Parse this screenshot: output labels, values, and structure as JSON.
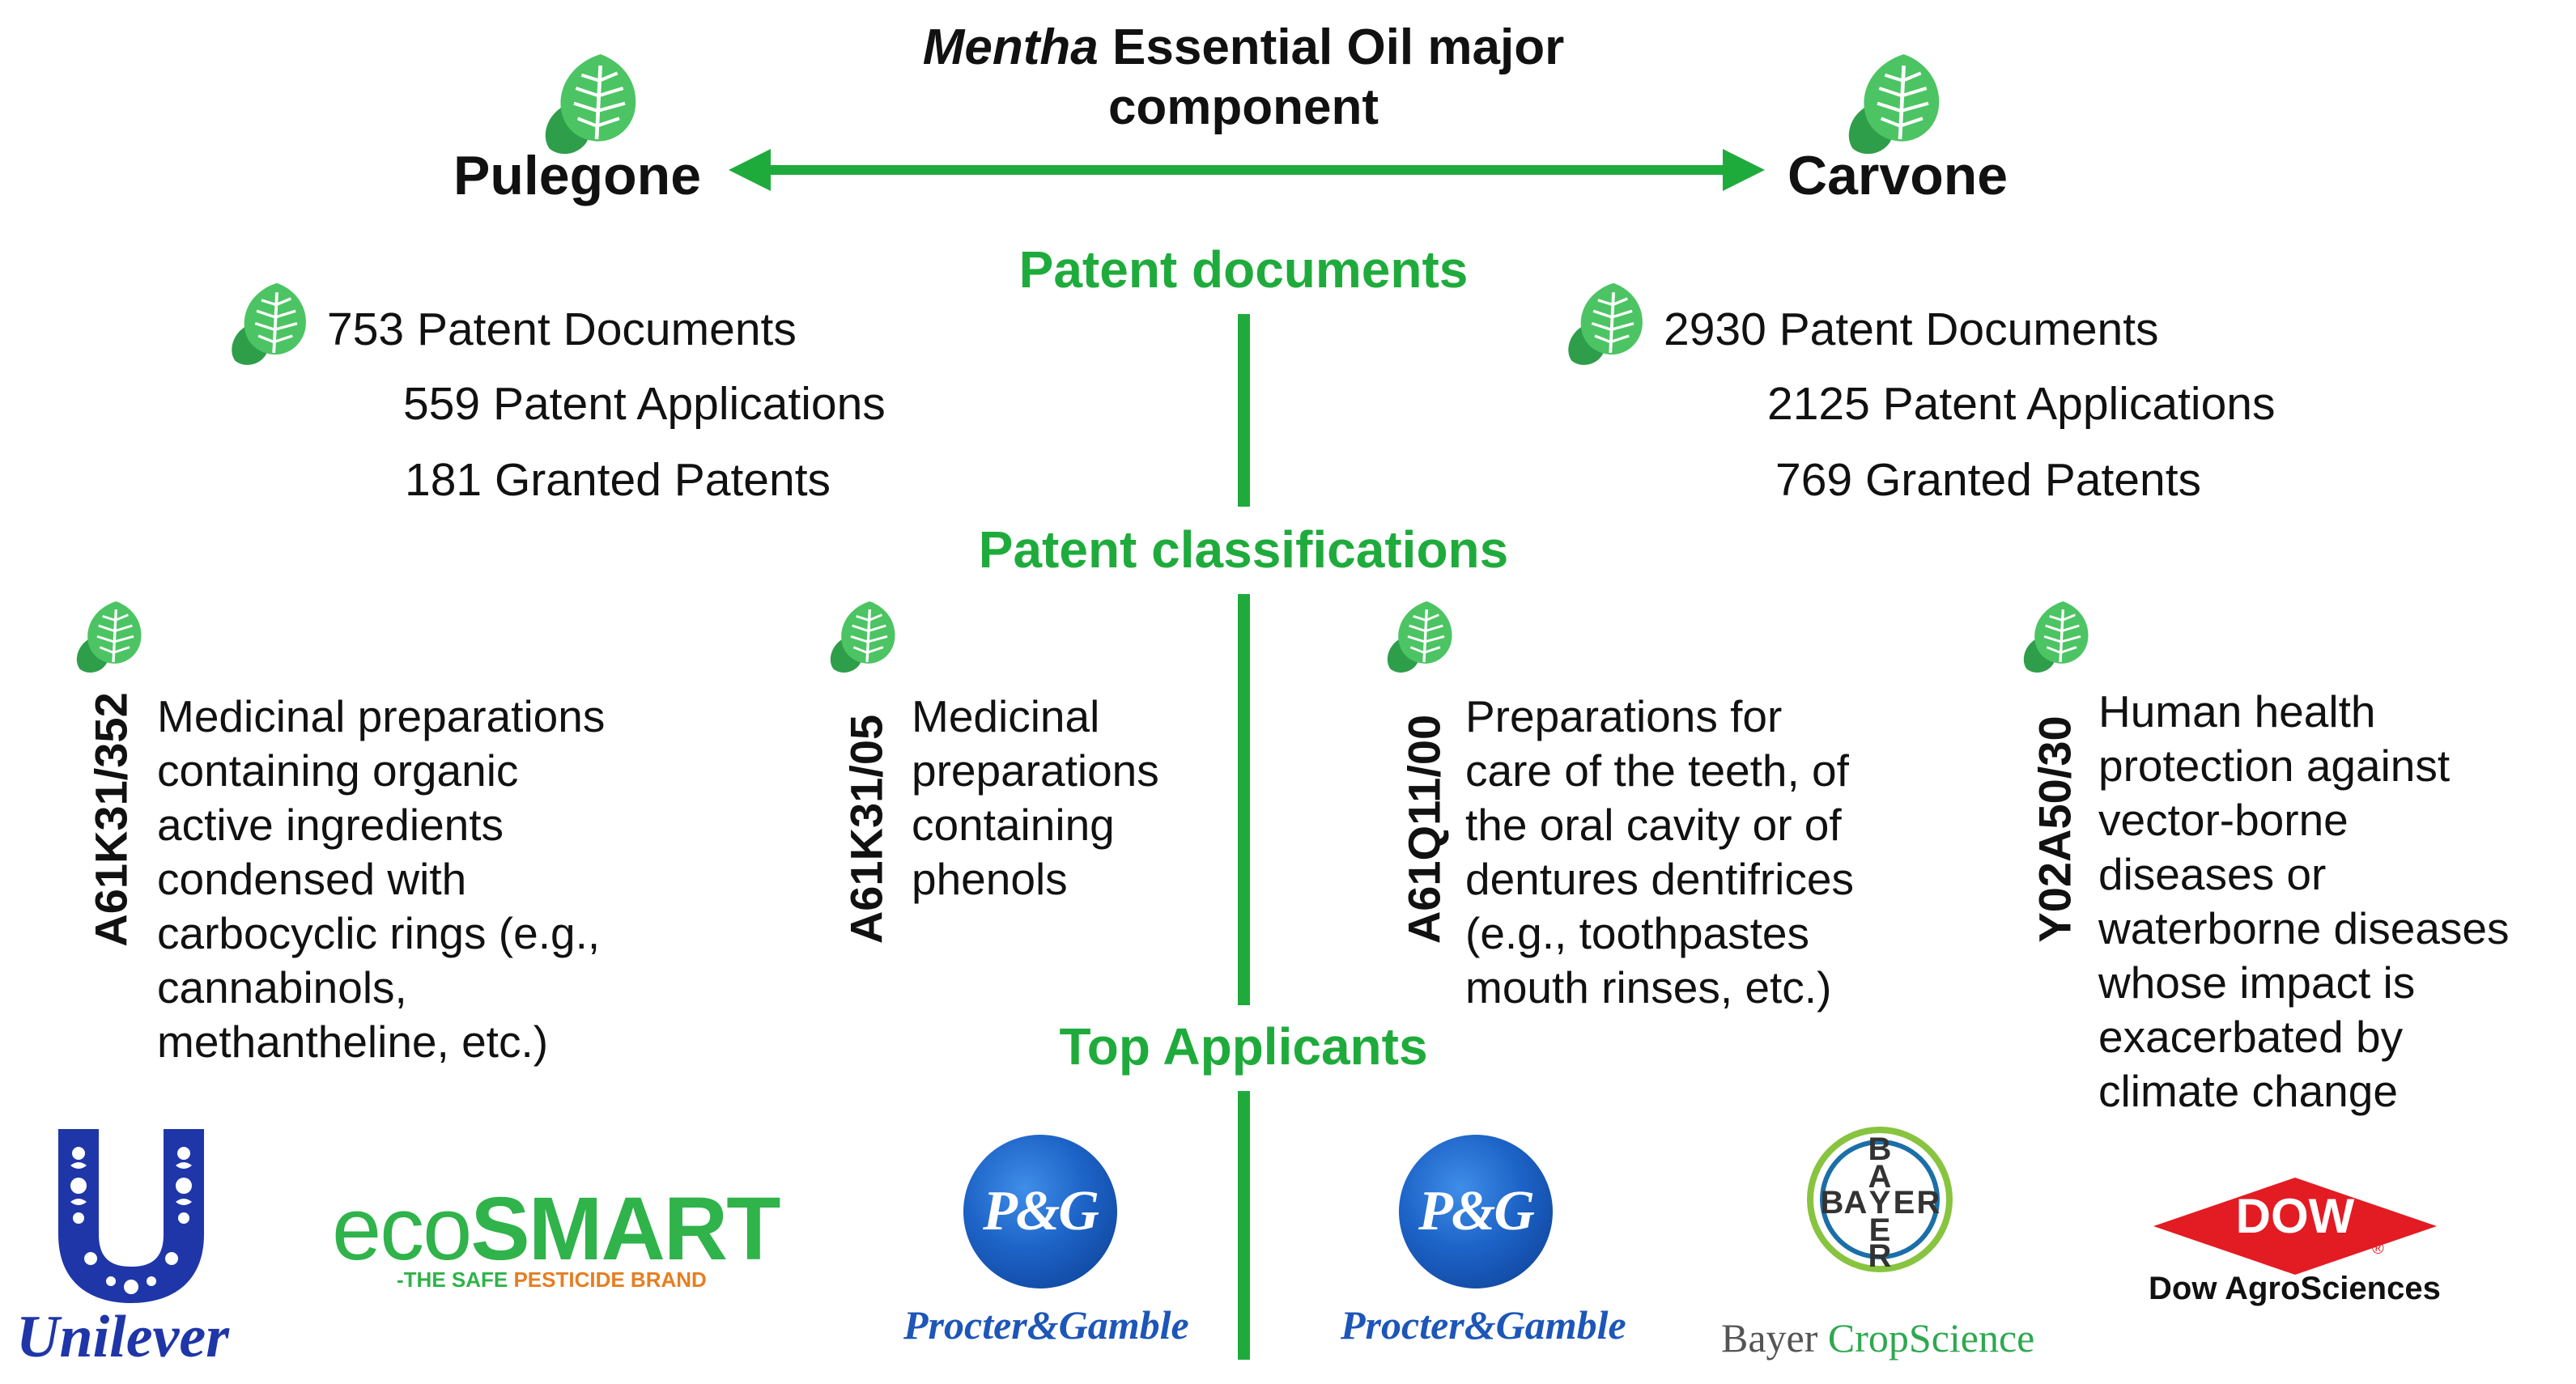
{
  "header": {
    "title_italic": "Mentha",
    "title_rest": " Essential Oil major",
    "title_line2": "component",
    "left_compound": "Pulegone",
    "right_compound": "Carvone"
  },
  "sections": {
    "documents": "Patent documents",
    "classifications": "Patent classifications",
    "applicants": "Top Applicants"
  },
  "pulegone_stats": {
    "documents": "753 Patent Documents",
    "applications": "559 Patent Applications",
    "granted": "181 Granted Patents"
  },
  "carvone_stats": {
    "documents": "2930 Patent Documents",
    "applications": "2125 Patent Applications",
    "granted": "769 Granted Patents"
  },
  "classifications": [
    {
      "code": "A61K31/352",
      "lines": [
        "Medicinal preparations",
        "containing organic",
        "active ingredients",
        "condensed with",
        "carbocyclic rings (e.g.,",
        "cannabinols,",
        "methantheline, etc.)"
      ]
    },
    {
      "code": "A61K31/05",
      "lines": [
        "Medicinal",
        "preparations",
        "containing",
        "phenols"
      ]
    },
    {
      "code": "A61Q11/00",
      "lines": [
        "Preparations for",
        "care of the teeth, of",
        "the oral cavity or of",
        "dentures dentifrices",
        "(e.g., toothpastes",
        "mouth rinses, etc.)"
      ]
    },
    {
      "code": "Y02A50/30",
      "lines": [
        "Human health",
        "protection against",
        "vector-borne",
        "diseases or",
        "waterborne diseases",
        "whose impact is",
        "exacerbated by",
        "climate change"
      ]
    }
  ],
  "applicants": {
    "unilever": "Unilever",
    "ecosmart_eco": "eco",
    "ecosmart_smart": "SMART",
    "ecosmart_tagline_1": "-THE SAFE ",
    "ecosmart_tagline_2": "PESTICIDE BRAND",
    "pg_logo": "P&G",
    "pg_name": "Procter&Gamble",
    "bayer_letters": [
      "B",
      "A",
      "Y",
      "E",
      "R"
    ],
    "bayer_name_1": "Bayer ",
    "bayer_name_2": "CropScience",
    "dow_logo": "DOW",
    "dow_reg": "®",
    "dow_name": "Dow AgroSciences"
  },
  "colors": {
    "accent_green": "#1fab3c",
    "leaf_green": "#3fbf5a",
    "pg_blue": "#1d63c7",
    "unilever_blue": "#1f36a8",
    "dow_red": "#e31b23",
    "bayer_green": "#88c43f",
    "bayer_blue": "#1b6fa8"
  }
}
